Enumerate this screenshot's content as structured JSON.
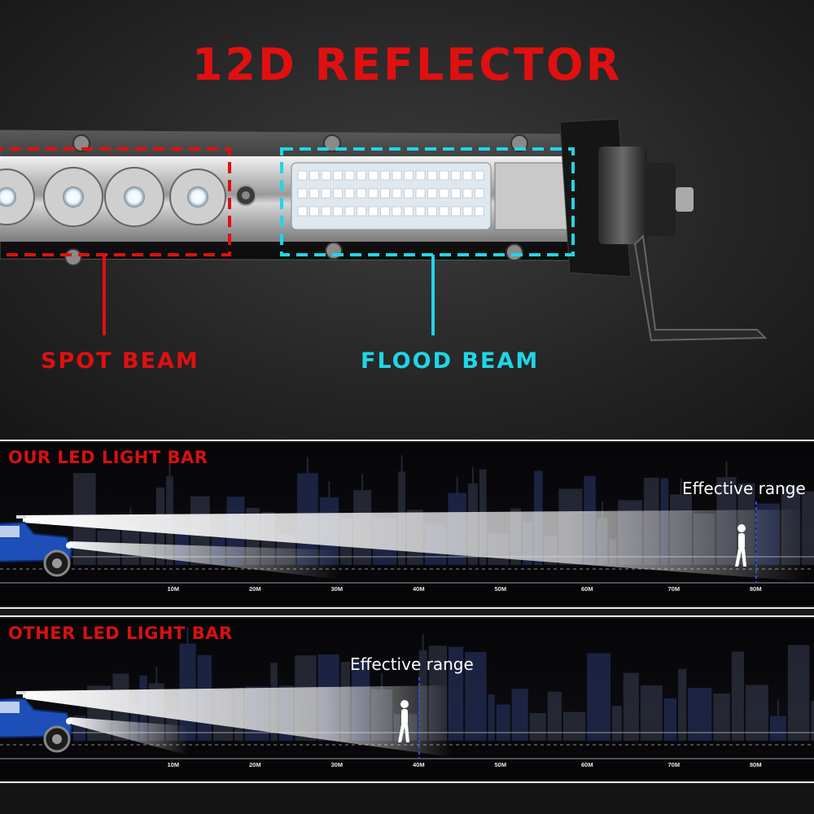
{
  "headline": "12D REFLECTOR",
  "beams": {
    "spot_label": "SPOT BEAM",
    "flood_label": "FLOOD BEAM"
  },
  "colors": {
    "spot": "#e01010",
    "flood": "#1fd6e6",
    "panel_title": "#d81010",
    "range_marker": "#2a4fd6"
  },
  "panels": [
    {
      "title": "OUR LED LIGHT BAR",
      "effective_label": "Effective range",
      "effective_range_m": 80,
      "distance_ticks": [
        "10M",
        "20M",
        "30M",
        "40M",
        "50M",
        "60M",
        "70M",
        "80M"
      ]
    },
    {
      "title": "OTHER LED LIGHT BAR",
      "effective_label": "Effective range",
      "effective_range_m": 40,
      "distance_ticks": [
        "10M",
        "20M",
        "30M",
        "40M",
        "50M",
        "60M",
        "70M",
        "80M"
      ]
    }
  ],
  "icons": [
    "led-light-bar-icon",
    "mounting-bracket-icon",
    "jeep-icon",
    "pedestrian-icon",
    "city-skyline-icon"
  ]
}
